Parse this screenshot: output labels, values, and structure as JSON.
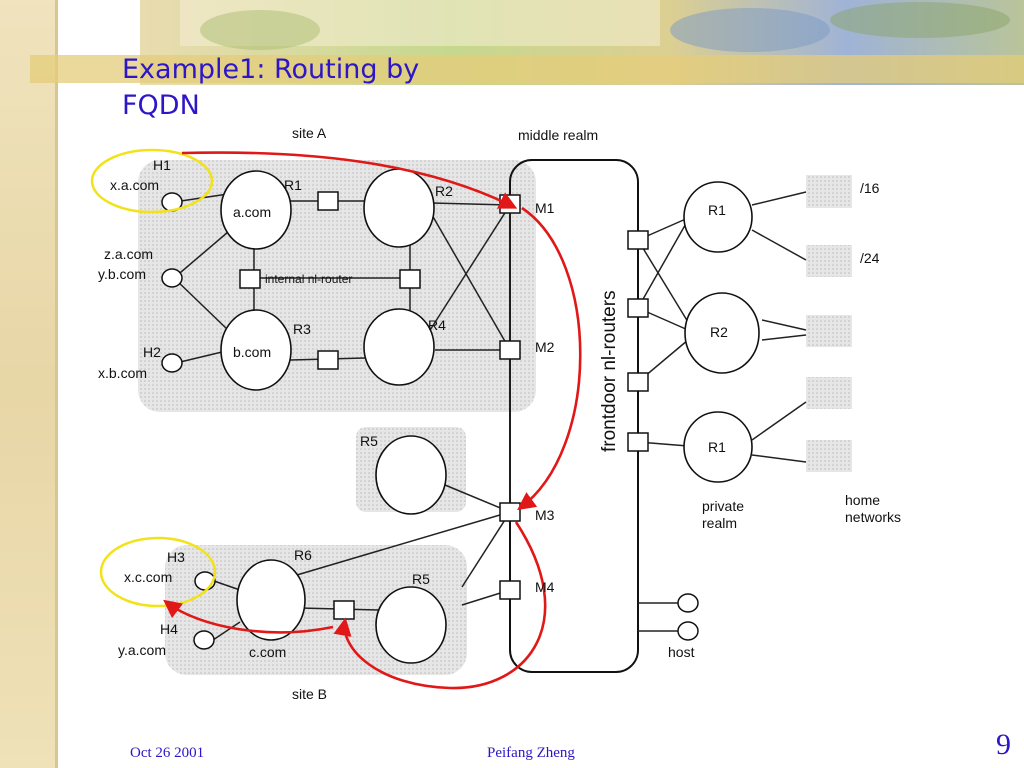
{
  "slide": {
    "title": "Example1: Routing by\nFQDN",
    "footer_date": "Oct 26 2001",
    "footer_author": "Peifang Zheng",
    "page_number": "9"
  },
  "diagram": {
    "site_a": "site A",
    "site_b": "site B",
    "middle_realm": "middle realm",
    "frontdoor": "frontdoor nl-routers",
    "internal_router": "internal nl-router",
    "private_realm": "private\nrealm",
    "home_networks": "home\nnetworks",
    "host": "host",
    "hosts": {
      "h1": "H1",
      "h1_name": "x.a.com",
      "za": "z.a.com",
      "yb": "y.b.com",
      "h2": "H2",
      "h2_name": "x.b.com",
      "h3": "H3",
      "h3_name": "x.c.com",
      "h4": "H4",
      "h4_name": "y.a.com"
    },
    "routers": {
      "r1": "R1",
      "a_com": "a.com",
      "r2": "R2",
      "r3": "R3",
      "b_com": "b.com",
      "r4": "R4",
      "r5_top": "R5",
      "r6": "R6",
      "r5_bottom": "R5",
      "c_com": "c.com",
      "pr1_top": "R1",
      "pr2": "R2",
      "pr1_bottom": "R1"
    },
    "middle": {
      "m1": "M1",
      "m2": "M2",
      "m3": "M3",
      "m4": "M4"
    },
    "nets": {
      "n16": "/16",
      "n24": "/24"
    },
    "colors": {
      "arrow": "#e01818",
      "highlight": "#f2e21a",
      "title": "#2c16c8",
      "region": "#dcdcdc"
    }
  }
}
